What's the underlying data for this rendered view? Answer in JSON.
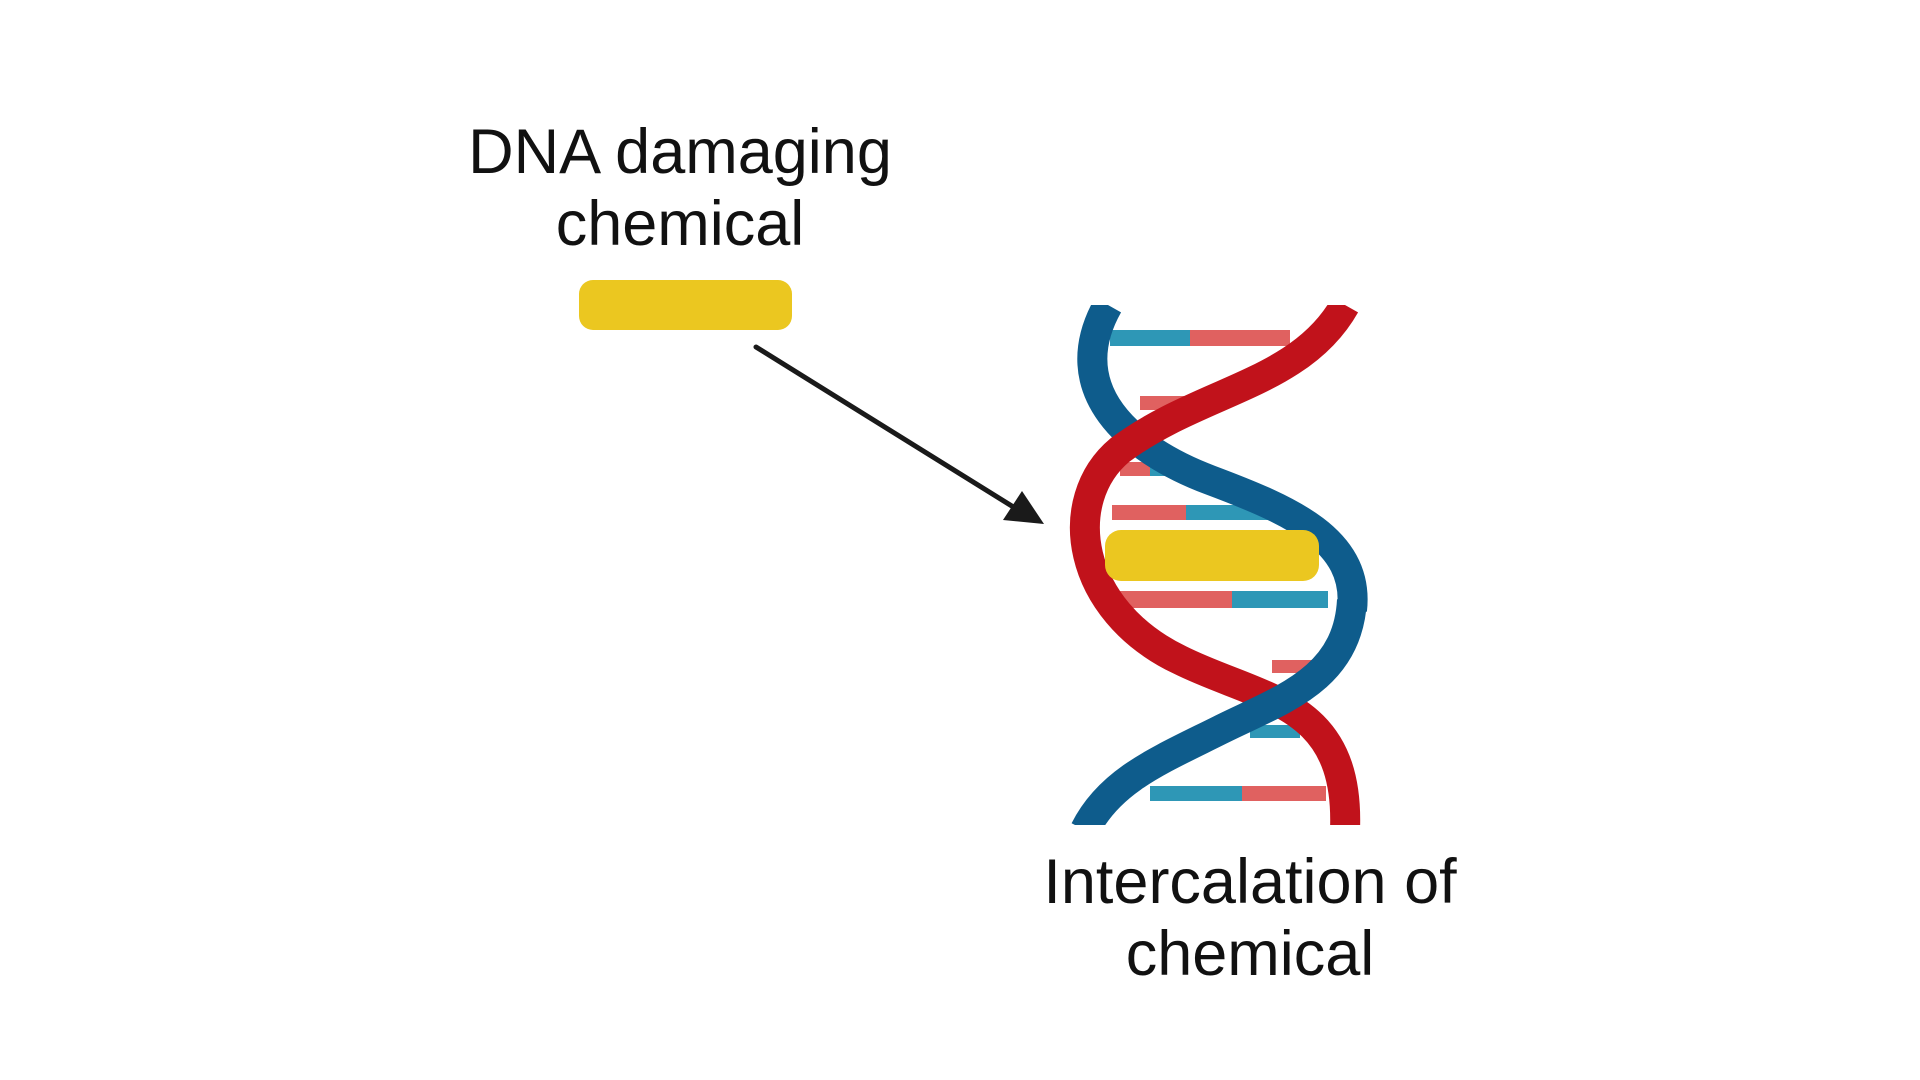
{
  "labels": {
    "source_line1": "DNA damaging",
    "source_line2": "chemical",
    "result_line1": "Intercalation of",
    "result_line2": "chemical"
  },
  "colors": {
    "chemical": "#EBC720",
    "strand_blue": "#0E5C8C",
    "strand_red": "#C1121B",
    "pair_blue": "#2E97B6",
    "pair_red": "#E06160",
    "arrow": "#1A1A1A",
    "text": "#111111",
    "background": "#FFFFFF"
  },
  "icons": {
    "molecule": "dna-double-helix",
    "chemical": "rounded-bar",
    "connector": "arrow"
  }
}
